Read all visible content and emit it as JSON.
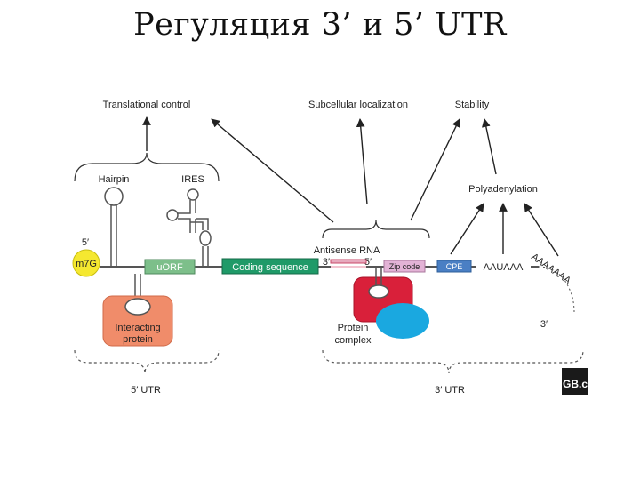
{
  "title": "Регуляция 3’ и 5’ UTR",
  "diagram": {
    "top_labels": {
      "translational_control": "Translational control",
      "subcellular_localization": "Subcellular localization",
      "stability": "Stability",
      "polyadenylation": "Polyadenylation"
    },
    "structures": {
      "hairpin": "Hairpin",
      "ires": "IRES",
      "antisense_rna": "Antisense RNA"
    },
    "mrna": {
      "five_prime": "5′",
      "cap": "m7G",
      "uorf": "uORF",
      "coding_sequence": "Coding sequence",
      "antisense_3": "3′",
      "antisense_5": "5′",
      "zip_code": "Zip code",
      "cpe": "CPE",
      "aauaaa": "AAUAAA",
      "polya": "AAAAAAA",
      "three_prime_end": "3′"
    },
    "proteins": {
      "interacting_line1": "Interacting",
      "interacting_line2": "protein",
      "complex_line1": "Protein",
      "complex_line2": "complex"
    },
    "regions": {
      "utr5": "5′ UTR",
      "utr3": "3′ UTR"
    },
    "logo": "GB.c",
    "colors": {
      "cap": "#f5e830",
      "uorf": "#7dbf8a",
      "coding": "#1f9a68",
      "interacting_protein": "#f08c6a",
      "protein_complex_red": "#d9203a",
      "protein_complex_blue": "#1aa8e0",
      "zip_code": "#e3b3d6",
      "cpe": "#4a7fc4",
      "antisense": "#c94a6a"
    }
  }
}
